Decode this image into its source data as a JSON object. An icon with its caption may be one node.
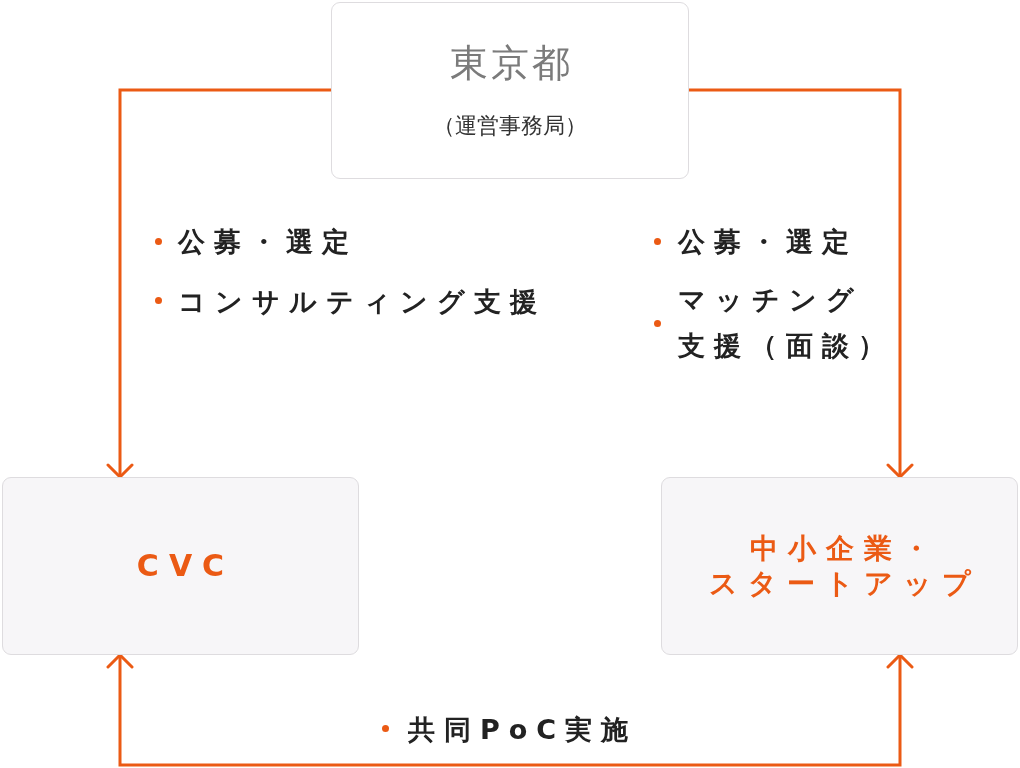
{
  "diagram": {
    "nodes": [
      {
        "text": [
          "東京都",
          "（運営事務局）"
        ]
      },
      {
        "text": [
          "CVC"
        ]
      },
      {
        "text": [
          "中小企業・スタートアップ"
        ]
      }
    ],
    "edges": [
      {
        "from": 0,
        "to": 1,
        "arrow": "to"
      },
      {
        "from": 0,
        "to": 2,
        "arrow": "to"
      },
      {
        "from": 1,
        "to": 2,
        "arrow": "both"
      }
    ],
    "labels": [
      "公募・選定",
      "コンサルティング支援",
      "公募・選定",
      "マッチング支援（面談）",
      "共同PoC実施"
    ]
  }
}
